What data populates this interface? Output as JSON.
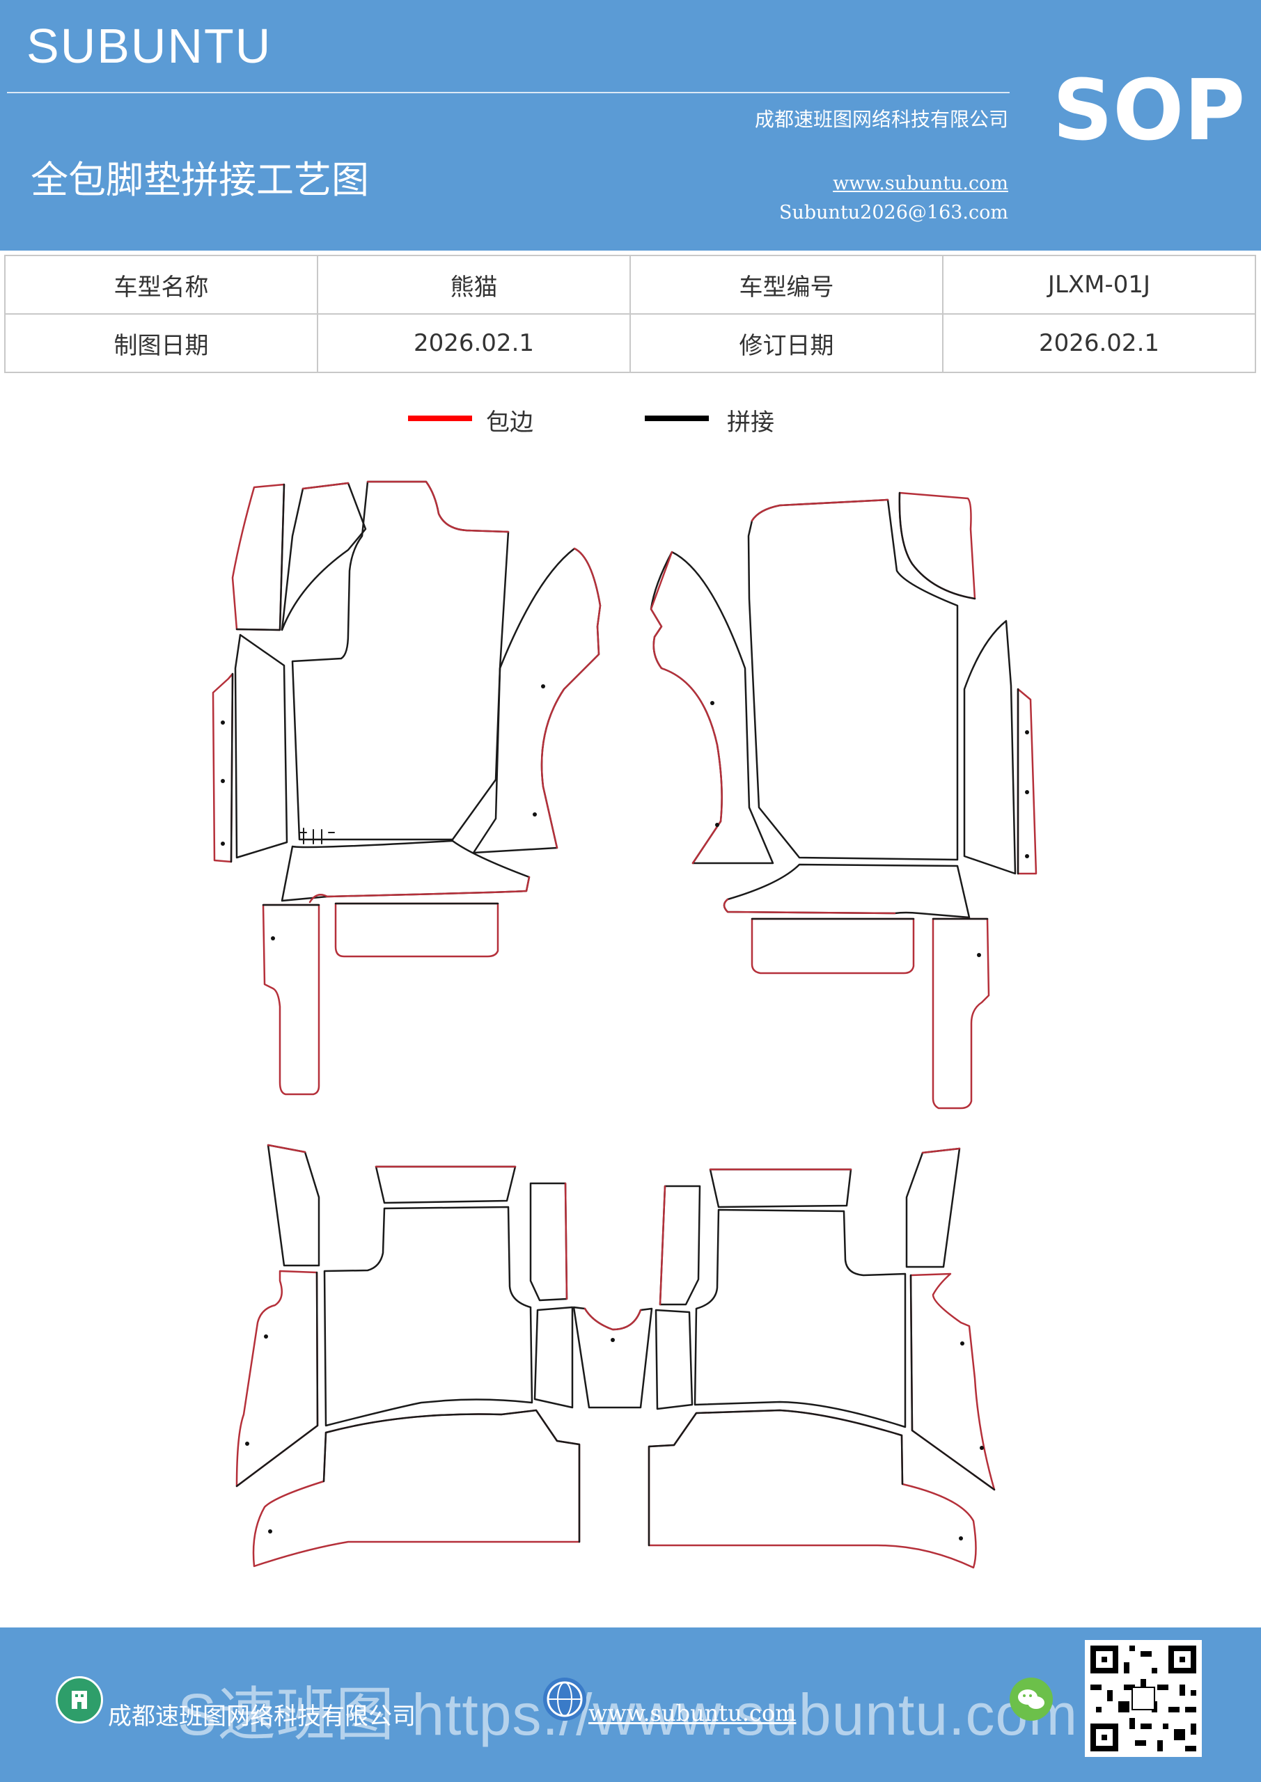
{
  "header": {
    "brand": "SUBUNTU",
    "company": "成都速班图网络科技有限公司",
    "title": "全包脚垫拼接工艺图",
    "website": "www.subuntu.com",
    "email": "Subuntu2026@163.com",
    "badge": "SOP"
  },
  "info_table": {
    "rows": [
      [
        {
          "label": "车型名称",
          "value": "熊猫"
        },
        {
          "label": "车型编号",
          "value": "JLXM-01J"
        }
      ],
      [
        {
          "label": "制图日期",
          "value": "2026.02.1"
        },
        {
          "label": "修订日期",
          "value": "2026.02.1"
        }
      ]
    ]
  },
  "legend": {
    "items": [
      {
        "label": "包边",
        "color": "#ff0000"
      },
      {
        "label": "拼接",
        "color": "#000000"
      }
    ]
  },
  "colors": {
    "header_bg": "#5b9bd5",
    "edge": "#b5303a",
    "seam": "#1a1a1a"
  },
  "footer": {
    "company": "成都速班图网络科技有限公司",
    "website": "www.subuntu.com",
    "watermark": "S速班图 https://www.subuntu.com",
    "icons": [
      "building-icon",
      "globe-icon",
      "wechat-icon"
    ]
  }
}
